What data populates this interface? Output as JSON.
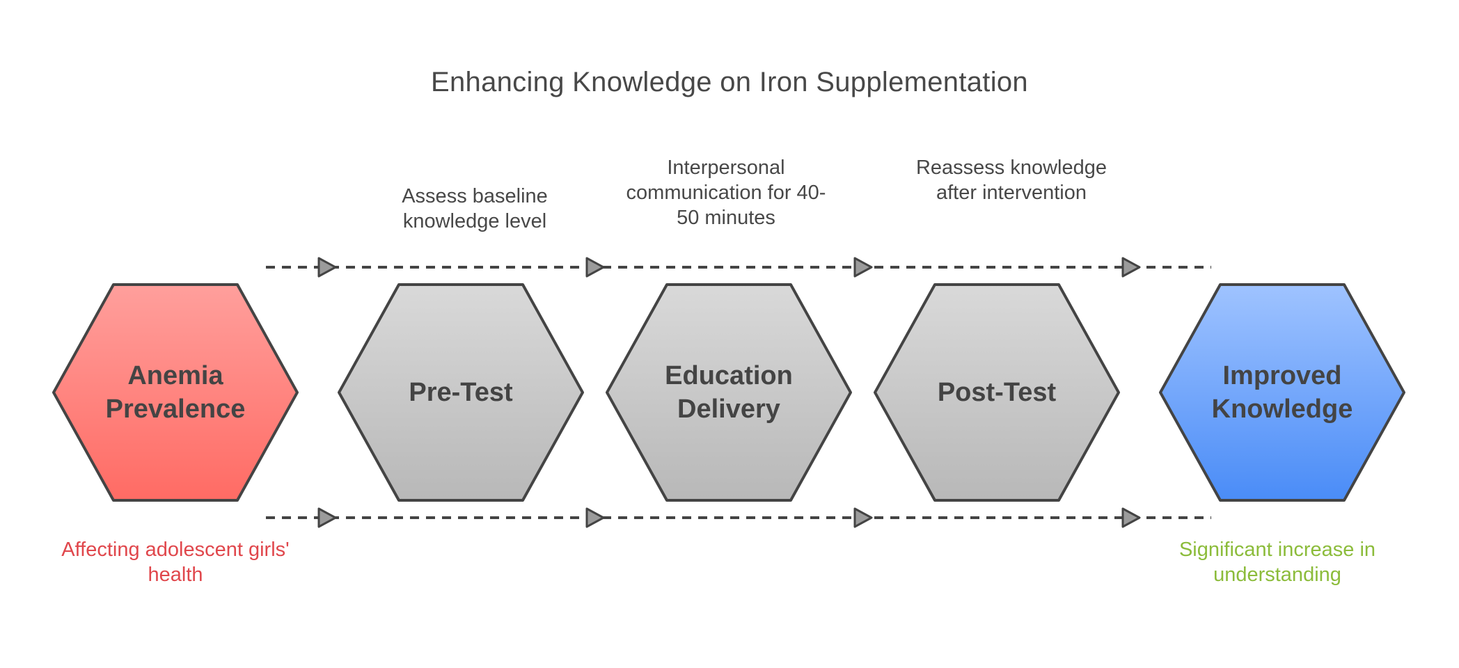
{
  "title": "Enhancing Knowledge on Iron Supplementation",
  "colors": {
    "text": "#484848",
    "stroke": "#444444",
    "red_top": "#ff9f9c",
    "red_bottom": "#ff6b64",
    "gray_top": "#d9d9d9",
    "gray_bottom": "#b8b8b8",
    "blue_top": "#9fc3ff",
    "blue_bottom": "#4a8cf7",
    "red_note": "#e0474c",
    "green_note": "#8cbc3b"
  },
  "stages": [
    {
      "label": "Anemia\nPrevalence",
      "color": "red"
    },
    {
      "label": "Pre-Test",
      "color": "gray"
    },
    {
      "label": "Education\nDelivery",
      "color": "gray"
    },
    {
      "label": "Post-Test",
      "color": "gray"
    },
    {
      "label": "Improved\nKnowledge",
      "color": "blue"
    }
  ],
  "descriptions": [
    "Assess baseline knowledge level",
    "Interpersonal communication for 40-50 minutes",
    "Reassess knowledge after intervention"
  ],
  "notes": {
    "start": "Affecting adolescent girls' health",
    "end": "Significant increase in understanding"
  },
  "icons": {
    "arrow": "triangle-arrow-icon"
  }
}
